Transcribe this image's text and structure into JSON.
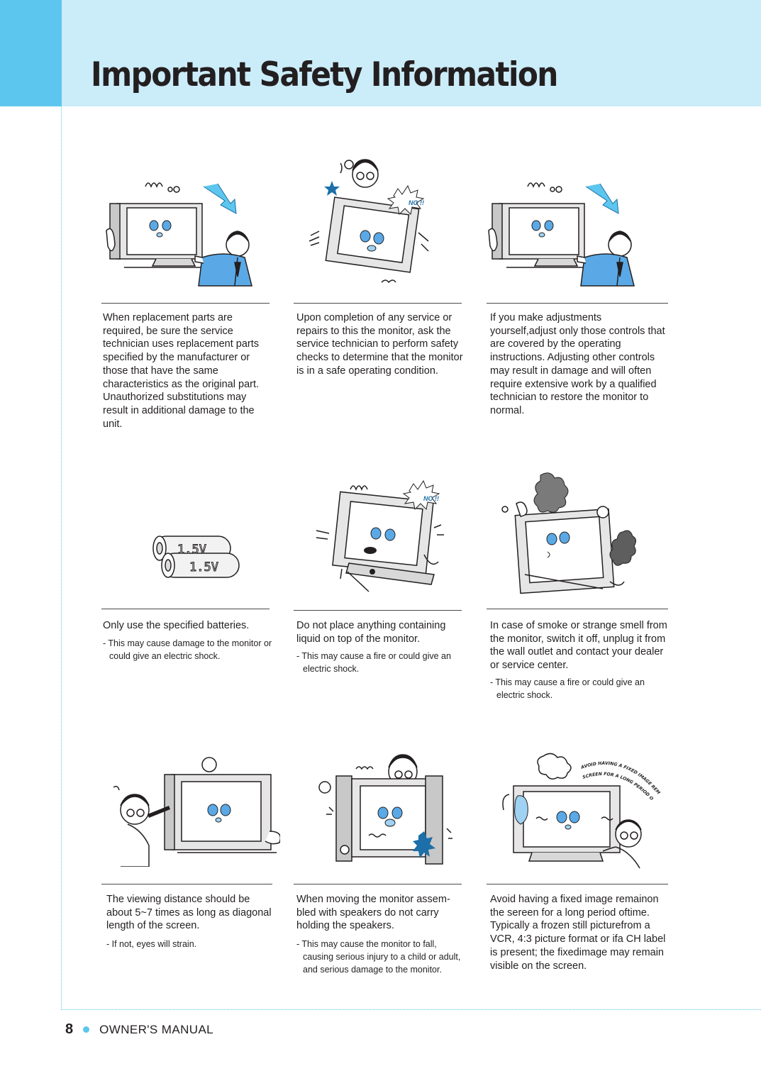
{
  "header": {
    "title": "Important Safety Information"
  },
  "footer": {
    "page_number": "8",
    "manual_label": "OWNER'S MANUAL"
  },
  "items": [
    {
      "caption": "When replacement parts are required, be sure the service technician uses replacement parts specified by the manufacturer or those that have the same characteristics as the original part. Unauthorized substitutions may result in additional damage to the unit.",
      "note": ""
    },
    {
      "caption": "Upon completion of any service or repairs to this the monitor, ask the service technician to perform safety checks to determine that the monitor is in a safe operating condition.",
      "note": "",
      "bubble": "NO !!"
    },
    {
      "caption": "If you make adjustments yourself,adjust only those controls that are covered by the operating instructions. Adjusting other controls may result in damage and will often require extensive work by a qualified technician to restore the monitor to normal.",
      "note": ""
    },
    {
      "caption": "Only use the specified batteries.",
      "note": "- This may cause damage to the monitor or could give an electric shock.",
      "battery_label": "1.5V"
    },
    {
      "caption": "Do not place anything containing liquid on top of the monitor.",
      "note": "- This may cause a fire or could give an electric shock.",
      "bubble": "NO !!"
    },
    {
      "caption": "In case of smoke or strange smell from the monitor, switch it off, unplug it from the wall outlet and contact your dealer or service center.",
      "note": "- This may cause a fire or could give an electric shock."
    },
    {
      "caption": "The viewing distance should be about 5~7 times as long as diagonal length of the screen.",
      "note": "- If not, eyes will strain."
    },
    {
      "caption": "When moving the monitor assem-bled with speakers do not carry holding the speakers.",
      "note": "- This may cause the monitor to fall, causing serious injury to a child or adult, and serious damage to the monitor."
    },
    {
      "caption": "Avoid having a fixed image remainon the sereen for a long period oftime. Typically a frozen still picturefrom a VCR, 4:3 picture format or ifa CH label is present; the fixedimage may remain visible on the screen.",
      "note": "",
      "arc_text_1": "AVOID HAVING A FIXED IMAGE REMAIN ON THE",
      "arc_text_2": "SCREEN FOR A LONG PERIOD OF TIME."
    }
  ]
}
